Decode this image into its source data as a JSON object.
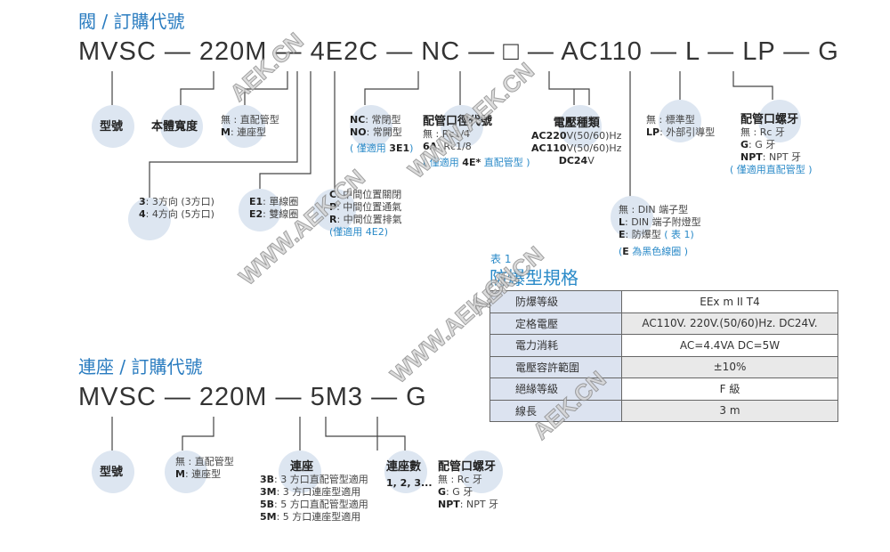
{
  "valve": {
    "title": "閥 / 訂購代號",
    "code": [
      "MVSC",
      "220M",
      "4E2C",
      "NC",
      "□",
      "AC110",
      "L",
      "LP",
      "G"
    ],
    "dash": "—",
    "model": "型號",
    "body_width": "本體寬度",
    "mount": {
      "l1k": "無",
      "l1": " : 直配管型",
      "l2k": "M",
      "l2": ": 連座型"
    },
    "direction": {
      "l1k": "3",
      "l1": ": 3方向 (3方口)",
      "l2k": "4",
      "l2": ": 4方向 (5方口)"
    },
    "coil": {
      "l1k": "E1",
      "l1": ": 單線圈",
      "l2k": "E2",
      "l2": ": 雙線圈"
    },
    "center": {
      "l1k": "C",
      "l1": ": 中間位置關閉",
      "l2k": "P",
      "l2": ": 中間位置通氣",
      "l3k": "R",
      "l3": ": 中間位置排氣",
      "note": "(僅適用 4E2)"
    },
    "normal": {
      "l1k": "NC",
      "l1": ": 常閉型",
      "l2k": "NO",
      "l2": ": 常開型",
      "note_a": "( 僅適用 ",
      "note_b": "3E1",
      "note_c": ")"
    },
    "port": {
      "title": "配管口徑代號",
      "l1k": "無",
      "l1": " : Rc1/4",
      "l2k": "6A",
      "l2": ": Rc1/8",
      "note_a": "( 僅適用 ",
      "note_b": "4E*",
      "note_c": " 直配管型 )"
    },
    "voltage": {
      "title": "電壓種類",
      "l1k": "AC220",
      "l1": "V(50/60)Hz",
      "l2k": "AC110",
      "l2": "V(50/60)Hz",
      "l3k": "DC24",
      "l3": "V"
    },
    "connector": {
      "l1k": "無",
      "l1": " : DIN 端子型",
      "l2k": "L",
      "l2": ": DIN 端子附燈型",
      "l3k": "E",
      "l3": ": 防爆型",
      "l3n": " ( 表 1)",
      "note_a": "(",
      "note_b": "E",
      "note_c": " 為黑色線圈 )"
    },
    "pilot": {
      "l1k": "無",
      "l1": " : 標準型",
      "l2k": "LP",
      "l2": ": 外部引導型"
    },
    "thread": {
      "title": "配管口螺牙",
      "l1k": "無",
      "l1": " : Rc 牙",
      "l2k": "G",
      "l2": ": G 牙",
      "l3k": "NPT",
      "l3": ": NPT 牙",
      "note": "( 僅適用直配管型 )"
    }
  },
  "table": {
    "caption": "表 1",
    "title": "防爆型規格",
    "rows": [
      [
        "防爆等級",
        "EEx m II T4"
      ],
      [
        "定格電壓",
        "AC110V. 220V.(50/60)Hz. DC24V."
      ],
      [
        "電力消耗",
        "AC=4.4VA  DC=5W"
      ],
      [
        "電壓容許範圍",
        "±10%"
      ],
      [
        "絕緣等級",
        "F 級"
      ],
      [
        "線長",
        "3 m"
      ]
    ]
  },
  "manifold": {
    "title": "連座 / 訂購代號",
    "code": [
      "MVSC",
      "220M",
      "5M3",
      "G"
    ],
    "dash": "—",
    "model": "型號",
    "mount": {
      "l1k": "無",
      "l1": " : 直配管型",
      "l2k": "M",
      "l2": ": 連座型"
    },
    "base": {
      "title": "連座",
      "l1k": "3B",
      "l1": ": 3 方口直配管型適用",
      "l2k": "3M",
      "l2": ": 3 方口連座型適用",
      "l3k": "5B",
      "l3": ": 5 方口直配管型適用",
      "l4k": "5M",
      "l4": ": 5 方口連座型適用"
    },
    "count": {
      "title": "連座數",
      "value": "1, 2, 3..."
    },
    "thread": {
      "title": "配管口螺牙",
      "l1k": "無",
      "l1": " : Rc 牙",
      "l2k": "G",
      "l2": ": G 牙",
      "l3k": "NPT",
      "l3": ": NPT 牙"
    }
  },
  "watermark": [
    "AEK.CN",
    "WWW.AEK.CN",
    "WWW.AEK.CN",
    "AEK.CN",
    "AEK.CN",
    "WWW.AEK.CN"
  ]
}
